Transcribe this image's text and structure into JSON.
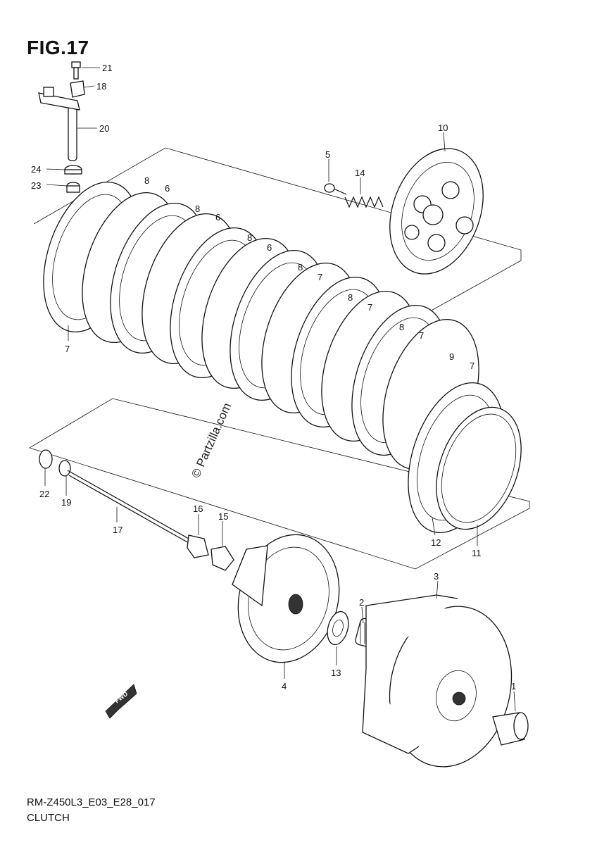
{
  "figure": {
    "title": "FIG.17"
  },
  "footer": {
    "model_code": "RM-Z450L3_E03_E28_017",
    "section_name": "CLUTCH"
  },
  "watermark": "© Partzilla.com",
  "direction_mark": "FWD",
  "callouts": [
    {
      "id": "c21",
      "label": "21"
    },
    {
      "id": "c18",
      "label": "18"
    },
    {
      "id": "c20",
      "label": "20"
    },
    {
      "id": "c24",
      "label": "24"
    },
    {
      "id": "c23",
      "label": "23"
    },
    {
      "id": "c10",
      "label": "10"
    },
    {
      "id": "c5",
      "label": "5"
    },
    {
      "id": "c14",
      "label": "14"
    },
    {
      "id": "c8a",
      "label": "8"
    },
    {
      "id": "c6a",
      "label": "6"
    },
    {
      "id": "c8b",
      "label": "8"
    },
    {
      "id": "c6b",
      "label": "6"
    },
    {
      "id": "c8c",
      "label": "8"
    },
    {
      "id": "c6c",
      "label": "6"
    },
    {
      "id": "c8d",
      "label": "8"
    },
    {
      "id": "c7a",
      "label": "7"
    },
    {
      "id": "c8e",
      "label": "8"
    },
    {
      "id": "c7b",
      "label": "7"
    },
    {
      "id": "c8f",
      "label": "8"
    },
    {
      "id": "c7c",
      "label": "7"
    },
    {
      "id": "c9",
      "label": "9"
    },
    {
      "id": "c7d",
      "label": "7"
    },
    {
      "id": "c7e",
      "label": "7"
    },
    {
      "id": "c22",
      "label": "22"
    },
    {
      "id": "c19",
      "label": "19"
    },
    {
      "id": "c17",
      "label": "17"
    },
    {
      "id": "c16",
      "label": "16"
    },
    {
      "id": "c15",
      "label": "15"
    },
    {
      "id": "c12",
      "label": "12"
    },
    {
      "id": "c11",
      "label": "11"
    },
    {
      "id": "c3",
      "label": "3"
    },
    {
      "id": "c2",
      "label": "2"
    },
    {
      "id": "c13",
      "label": "13"
    },
    {
      "id": "c4",
      "label": "4"
    },
    {
      "id": "c1",
      "label": "1"
    }
  ]
}
